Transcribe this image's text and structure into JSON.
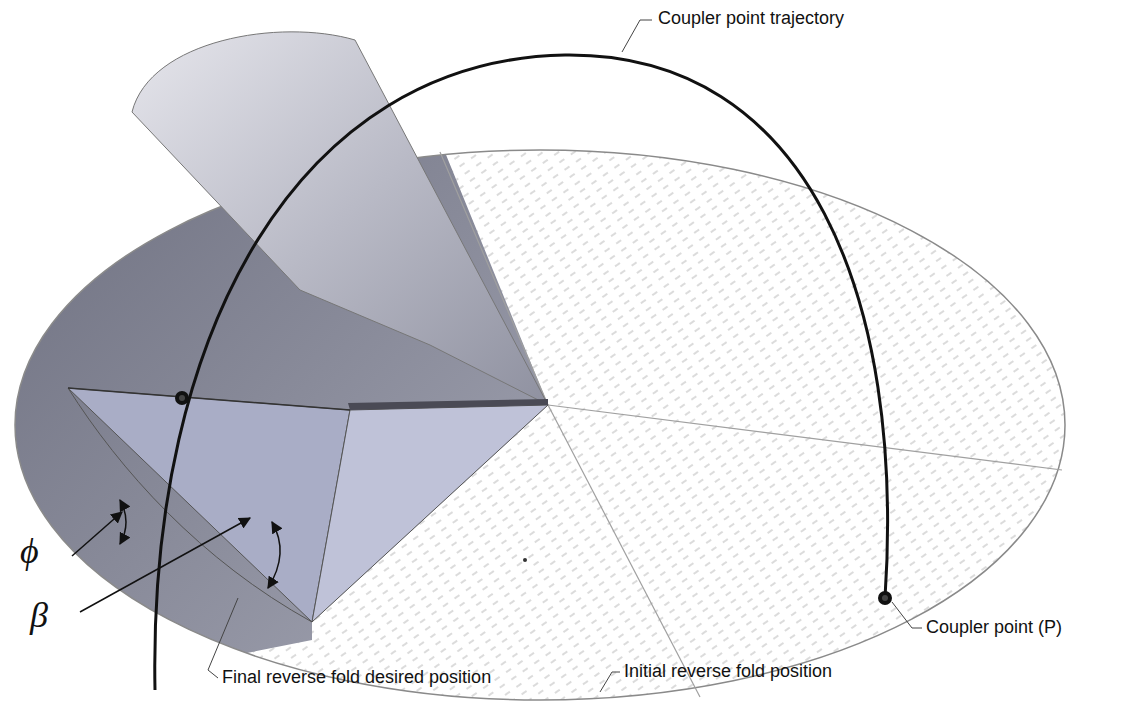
{
  "diagram": {
    "labels": [
      "Coupler point trajectory",
      "Coupler point (P)",
      "Initial reverse fold position",
      "Final reverse fold desired position",
      "ϕ",
      "β"
    ]
  }
}
